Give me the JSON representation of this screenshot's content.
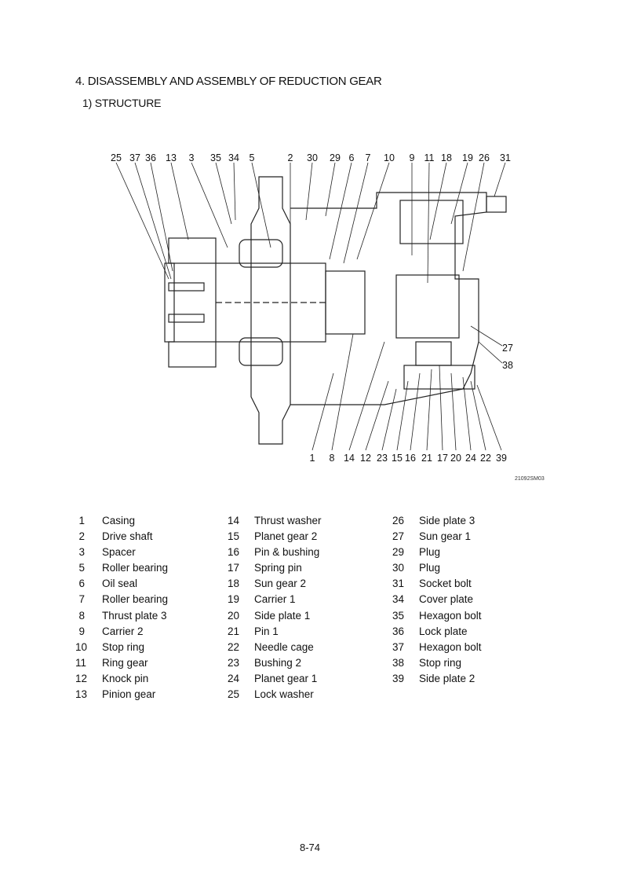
{
  "heading": "4. DISASSEMBLY AND ASSEMBLY OF REDUCTION GEAR",
  "subheading": "1) STRUCTURE",
  "drawing": {
    "code": "21092SM03",
    "top_callouts": [
      "25",
      "37",
      "36",
      "13",
      "3",
      "35",
      "34",
      "5",
      "2",
      "30",
      "29",
      "6",
      "7",
      "10",
      "9",
      "11",
      "18",
      "19",
      "26",
      "31"
    ],
    "right_callouts": [
      "27",
      "38"
    ],
    "bottom_callouts": [
      "1",
      "8",
      "14",
      "12",
      "23",
      "15",
      "16",
      "21",
      "17",
      "20",
      "24",
      "22",
      "39"
    ]
  },
  "parts": {
    "col1": [
      {
        "num": "1",
        "name": "Casing"
      },
      {
        "num": "2",
        "name": "Drive shaft"
      },
      {
        "num": "3",
        "name": "Spacer"
      },
      {
        "num": "5",
        "name": "Roller bearing"
      },
      {
        "num": "6",
        "name": "Oil seal"
      },
      {
        "num": "7",
        "name": "Roller bearing"
      },
      {
        "num": "8",
        "name": "Thrust plate 3"
      },
      {
        "num": "9",
        "name": "Carrier 2"
      },
      {
        "num": "10",
        "name": "Stop ring"
      },
      {
        "num": "11",
        "name": "Ring gear"
      },
      {
        "num": "12",
        "name": "Knock pin"
      },
      {
        "num": "13",
        "name": "Pinion gear"
      }
    ],
    "col2": [
      {
        "num": "14",
        "name": "Thrust washer"
      },
      {
        "num": "15",
        "name": "Planet gear 2"
      },
      {
        "num": "16",
        "name": "Pin & bushing"
      },
      {
        "num": "17",
        "name": "Spring pin"
      },
      {
        "num": "18",
        "name": "Sun gear 2"
      },
      {
        "num": "19",
        "name": "Carrier 1"
      },
      {
        "num": "20",
        "name": "Side plate 1"
      },
      {
        "num": "21",
        "name": "Pin 1"
      },
      {
        "num": "22",
        "name": "Needle cage"
      },
      {
        "num": "23",
        "name": "Bushing 2"
      },
      {
        "num": "24",
        "name": "Planet gear 1"
      },
      {
        "num": "25",
        "name": "Lock washer"
      }
    ],
    "col3": [
      {
        "num": "26",
        "name": "Side plate 3"
      },
      {
        "num": "27",
        "name": "Sun gear 1"
      },
      {
        "num": "29",
        "name": "Plug"
      },
      {
        "num": "30",
        "name": "Plug"
      },
      {
        "num": "31",
        "name": "Socket bolt"
      },
      {
        "num": "34",
        "name": "Cover plate"
      },
      {
        "num": "35",
        "name": "Hexagon bolt"
      },
      {
        "num": "36",
        "name": "Lock plate"
      },
      {
        "num": "37",
        "name": "Hexagon bolt"
      },
      {
        "num": "38",
        "name": "Stop ring"
      },
      {
        "num": "39",
        "name": "Side plate 2"
      }
    ]
  },
  "page_number": "8-74"
}
